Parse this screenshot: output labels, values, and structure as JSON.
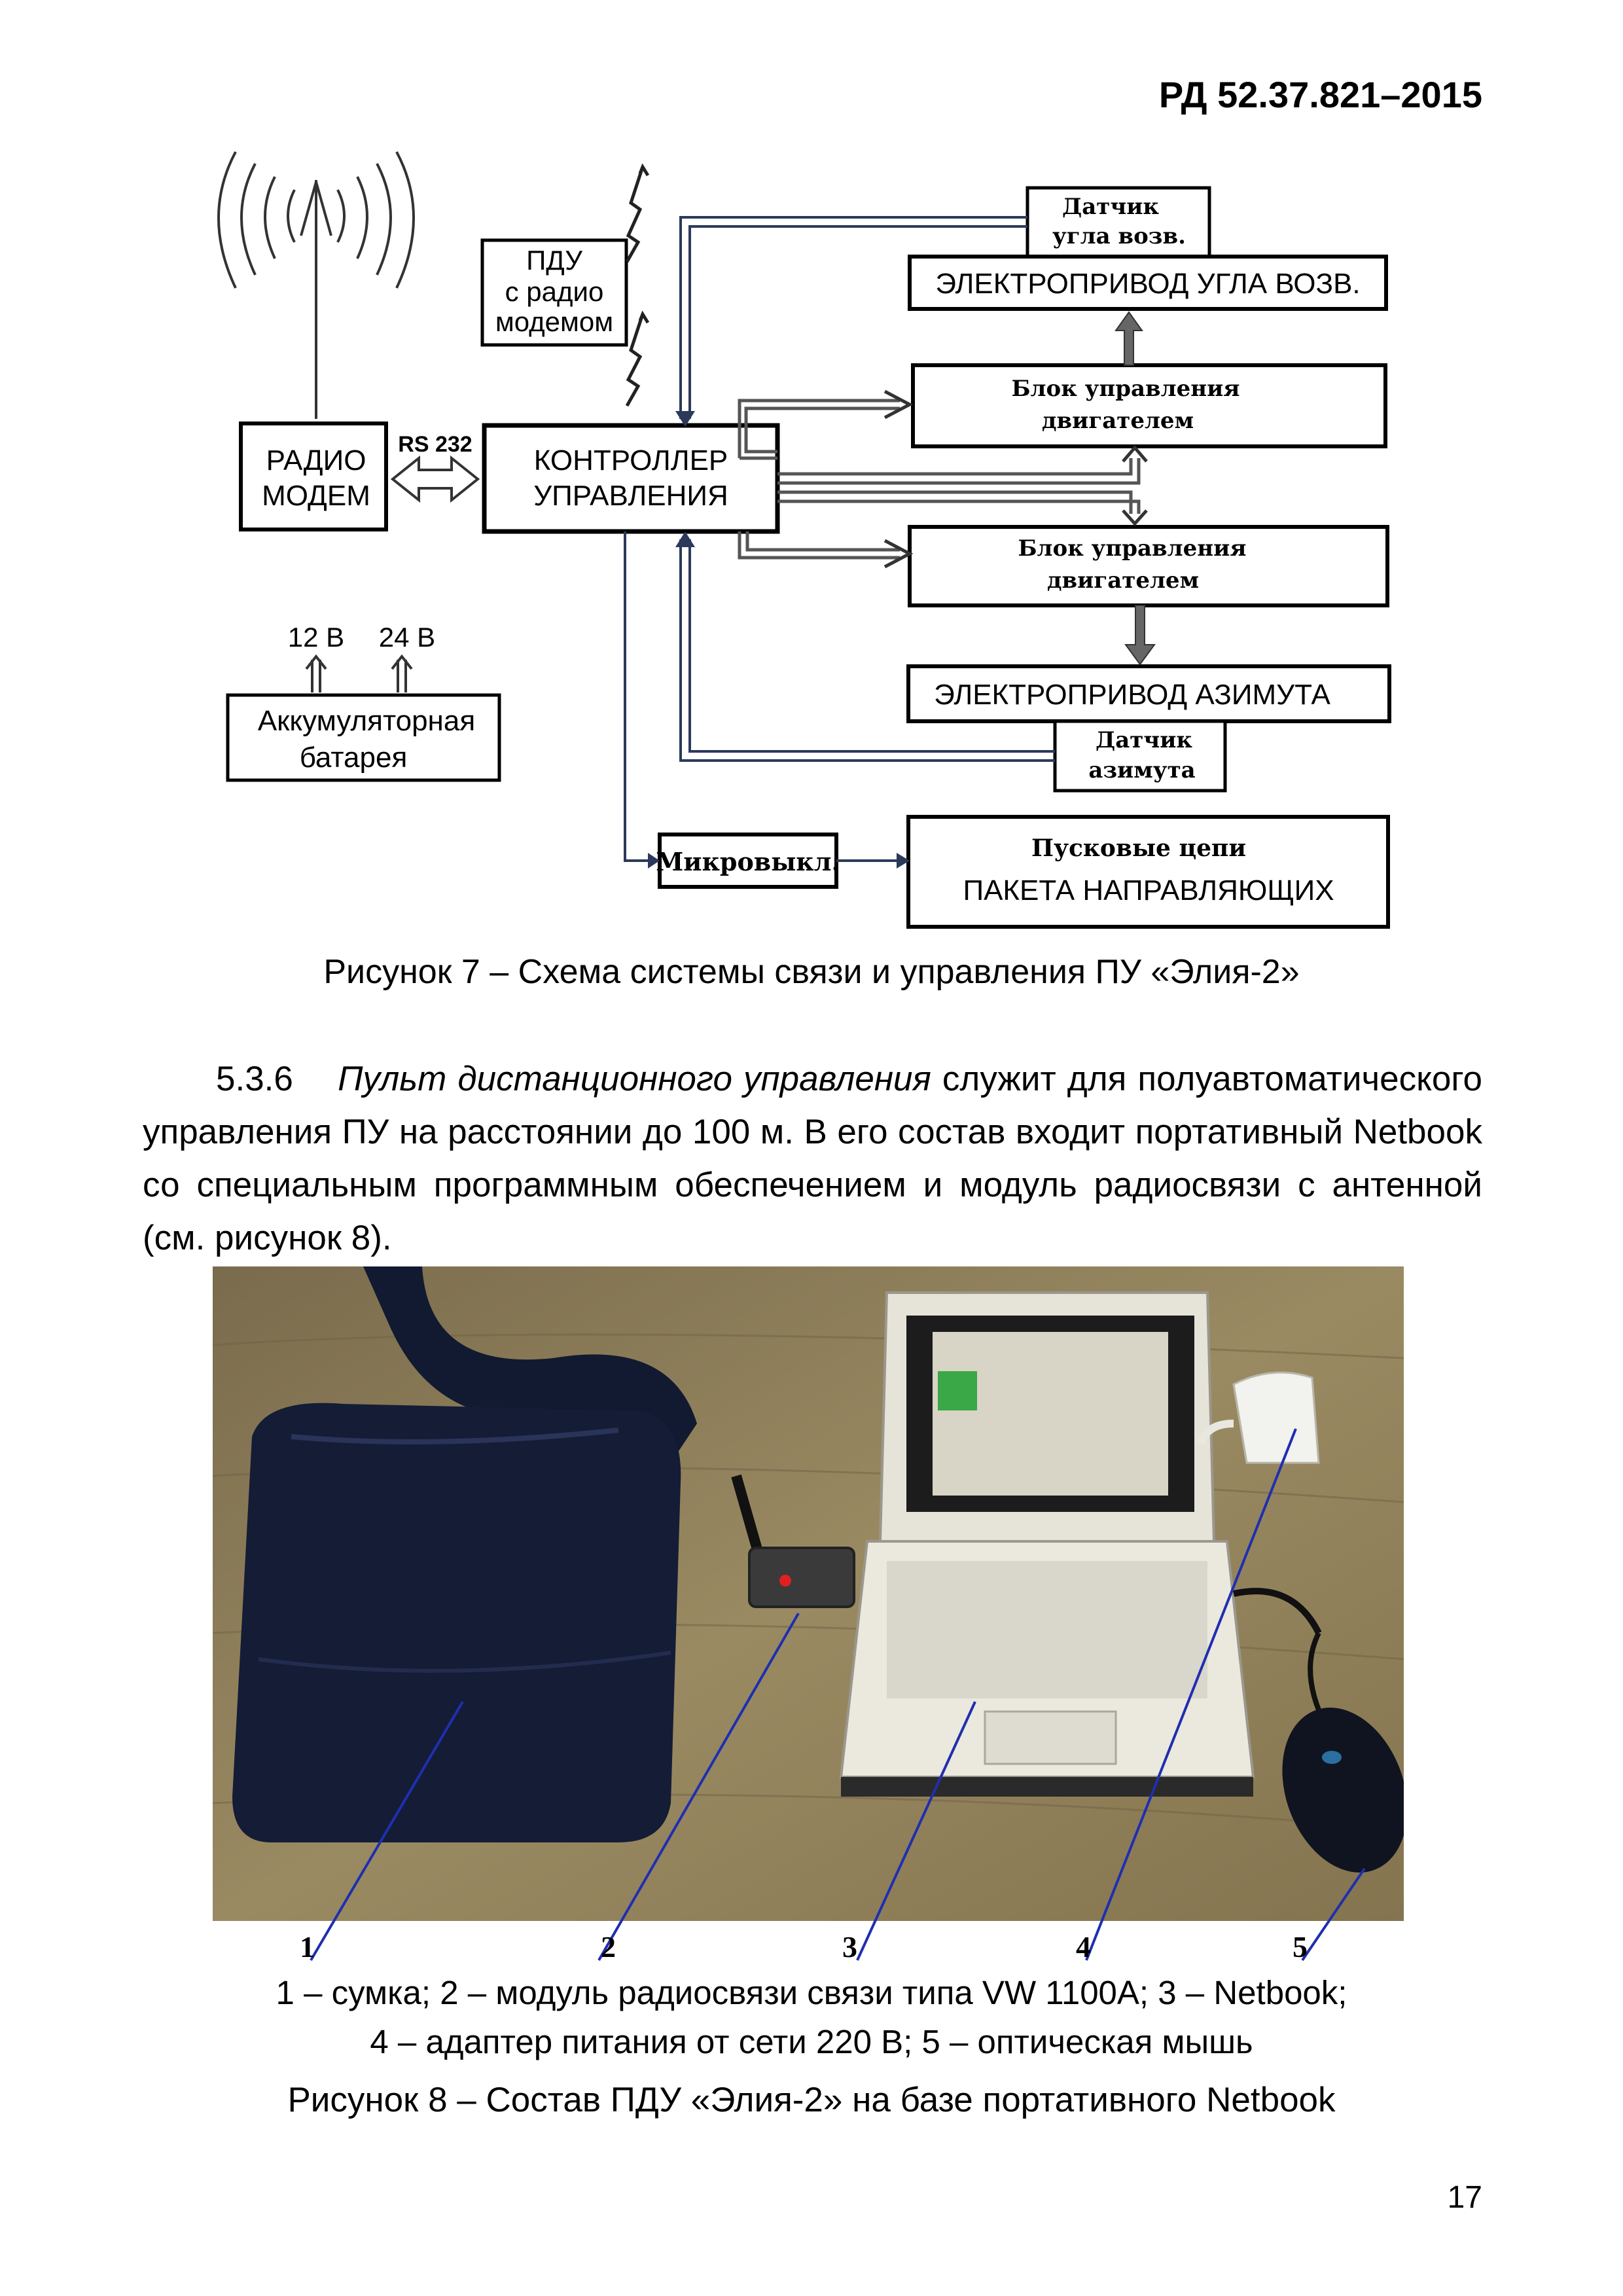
{
  "header": {
    "doc_code": "РД 52.37.821–2015"
  },
  "figure7": {
    "blocks": {
      "pdu": [
        "ПДУ",
        "с радио",
        "модемом"
      ],
      "radio_modem": [
        "РАДИО",
        "МОДЕМ"
      ],
      "rs232": "RS 232",
      "controller": [
        "КОНТРОЛЛЕР",
        "УПРАВЛЕНИЯ"
      ],
      "elev_sensor": [
        "Датчик",
        "угла возв."
      ],
      "elev_drive": "ЭЛЕКТРОПРИВОД УГЛА ВОЗВ.",
      "motor_ctrl_1": [
        "Блок управления",
        "двигателем"
      ],
      "motor_ctrl_2": [
        "Блок управления",
        "двигателем"
      ],
      "az_drive": "ЭЛЕКТРОПРИВОД АЗИМУТА",
      "az_sensor": [
        "Датчик",
        "азимута"
      ],
      "v12": "12 В",
      "v24": "24 В",
      "battery": [
        "Аккумуляторная",
        "батарея"
      ],
      "microswitch": "Микровыкл.",
      "launch": [
        "Пусковые цепи",
        "ПАКЕТА   НАПРАВЛЯЮЩИХ"
      ]
    },
    "caption": "Рисунок 7 – Схема системы связи и управления ПУ «Элия-2»"
  },
  "paragraph": {
    "number": "5.3.6",
    "italic": "Пульт дистанционного управления",
    "rest": "служит для полуавтоматического управления ПУ на расстоянии до 100 м. В его состав входит портативный Netbook со специальным программным обеспечением и модуль радиосвязи с антенной (см. рисунок 8)."
  },
  "figure8": {
    "callouts": [
      "1",
      "2",
      "3",
      "4",
      "5"
    ],
    "legend_line1": "1 – сумка; 2 – модуль радиосвязи связи типа VW 1100A; 3 – Netbook;",
    "legend_line2": "4 – адаптер питания от сети 220 В; 5 – оптическая мышь",
    "caption": "Рисунок 8 – Состав ПДУ «Элия-2» на базе портативного Netbook"
  },
  "page_number": "17",
  "colors": {
    "line": "#2b3a5a",
    "thick_arrow": "#555555",
    "photo_table": "#8a7a56",
    "callout": "#1f2fb0"
  }
}
